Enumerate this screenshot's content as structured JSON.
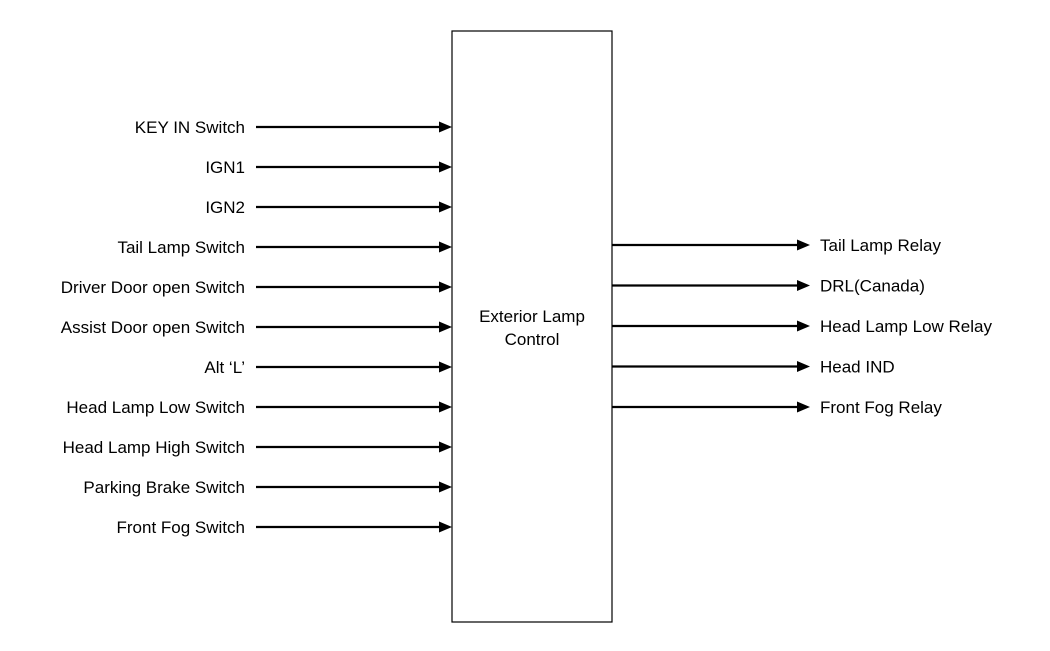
{
  "block": {
    "title_line1": "Exterior Lamp",
    "title_line2": "Control"
  },
  "inputs": [
    "KEY IN Switch",
    "IGN1",
    "IGN2",
    "Tail Lamp Switch",
    "Driver Door open Switch",
    "Assist Door open Switch",
    "Alt ‘L’",
    "Head Lamp Low Switch",
    "Head Lamp High Switch",
    "Parking Brake Switch",
    "Front Fog Switch"
  ],
  "outputs": [
    "Tail Lamp Relay",
    "DRL(Canada)",
    "Head Lamp Low Relay",
    "Head IND",
    "Front Fog Relay"
  ]
}
